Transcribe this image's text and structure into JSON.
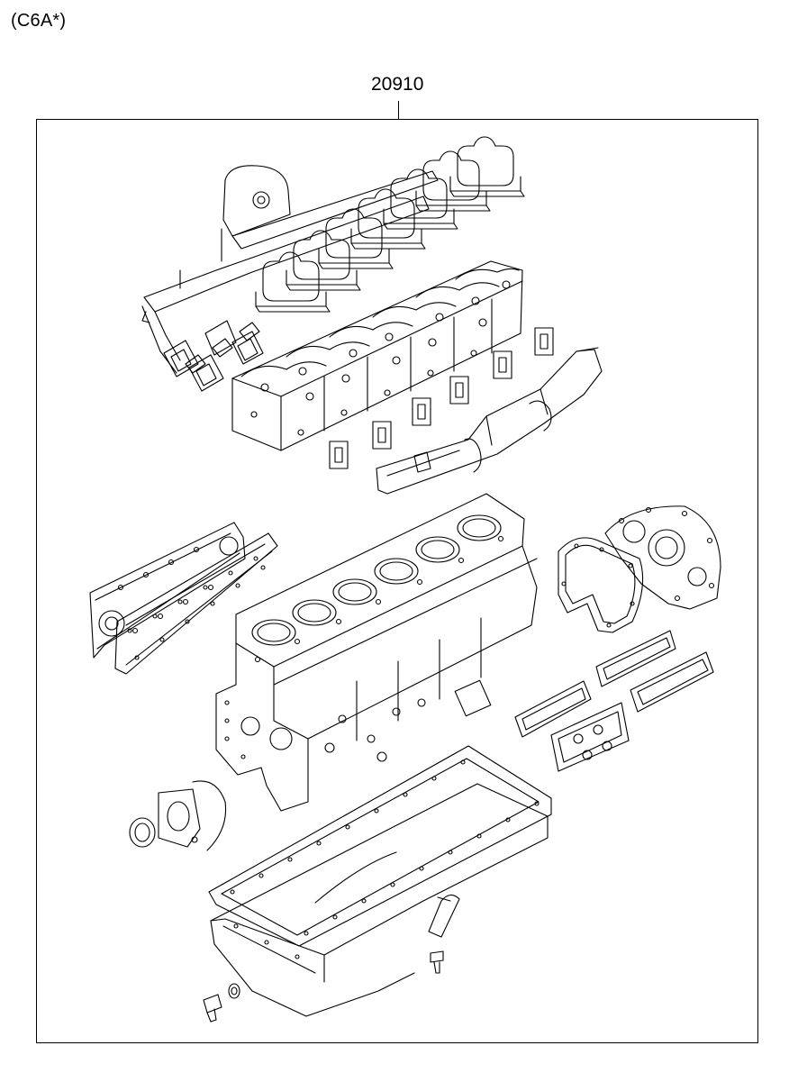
{
  "header": {
    "model_code": "(C6A*)"
  },
  "callout": {
    "part_number": "20910"
  },
  "illustration": {
    "components": [
      "rocker-cover-gaskets",
      "intake-manifold",
      "intake-manifold-gaskets",
      "cylinder-heads",
      "exhaust-port-gaskets",
      "exhaust-manifold",
      "oil-cooler-cover",
      "oil-cooler-gasket",
      "cylinder-block",
      "timing-case",
      "timing-case-gasket",
      "side-cover-gaskets",
      "rear-oil-seal",
      "rear-seal-housing",
      "oil-pan",
      "oil-pan-gasket",
      "oil-drain-plug",
      "dipstick-tube",
      "bolt"
    ]
  }
}
